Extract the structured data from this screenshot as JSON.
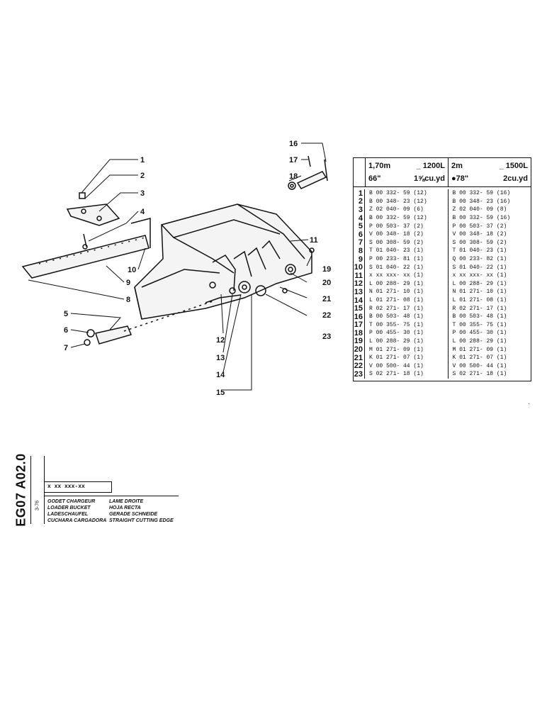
{
  "callouts": [
    "1",
    "2",
    "3",
    "4",
    "5",
    "6",
    "7",
    "8",
    "9",
    "10",
    "11",
    "12",
    "13",
    "14",
    "15",
    "16",
    "17",
    "18",
    "19",
    "20",
    "21",
    "22",
    "23"
  ],
  "table": {
    "header_left_line1_a": "1,70m",
    "header_left_line1_b": "_ 1200L",
    "header_left_line2_a": "66\"",
    "header_left_line2_b": "1⅝cu.yd",
    "header_right_line1_a": "2m",
    "header_right_line1_b": "_ 1500L",
    "header_right_line2_a": "●78\"",
    "header_right_line2_b": "2cu.yd",
    "rows": [
      {
        "n": "1",
        "left": "B 00 332- 59 (12)",
        "right": "B 00 332- 59 (16)"
      },
      {
        "n": "2",
        "left": "B 00 348- 23 (12)",
        "right": "B 00 348- 23 (16)"
      },
      {
        "n": "3",
        "left": "Z 02 040- 09 (6)",
        "right": "Z 02 040- 09 (8)"
      },
      {
        "n": "4",
        "left": "B 00 332- 59 (12)",
        "right": "B 00 332- 59 (16)"
      },
      {
        "n": "5",
        "left": "P 00 503- 37 (2)",
        "right": "P 00 503- 37 (2)"
      },
      {
        "n": "6",
        "left": "V 00 348- 18 (2)",
        "right": "V 00 348- 18 (2)"
      },
      {
        "n": "7",
        "left": "S 00 308- 59 (2)",
        "right": "S 00 308- 59 (2)"
      },
      {
        "n": "8",
        "left": "T 01 040- 23 (1)",
        "right": "T 01 040- 23 (1)"
      },
      {
        "n": "9",
        "left": "P 00 233- 81 (1)",
        "right": "Q 00 233- 82 (1)"
      },
      {
        "n": "10",
        "left": "S 01 040- 22 (1)",
        "right": "S 01 040- 22 (1)"
      },
      {
        "n": "11",
        "left": "x xx xxx- xx (1)",
        "right": "x xx xxx- xx (1)"
      },
      {
        "n": "12",
        "left": "L 00 288- 29 (1)",
        "right": "L 00 288- 29 (1)"
      },
      {
        "n": "13",
        "left": "N 01 271- 10 (1)",
        "right": "N 01 271- 10 (1)"
      },
      {
        "n": "14",
        "left": "L 01 271- 08 (1)",
        "right": "L 01 271- 08 (1)"
      },
      {
        "n": "15",
        "left": "R 02 271- 17 (1)",
        "right": "R 02 271- 17 (1)"
      },
      {
        "n": "16",
        "left": "B 00 503- 48 (1)",
        "right": "B 00 503- 48 (1)"
      },
      {
        "n": "17",
        "left": "T 00 355- 75 (1)",
        "right": "T 00 355- 75 (1)"
      },
      {
        "n": "18",
        "left": "P 00 455- 30 (1)",
        "right": "P 00 455- 30 (1)"
      },
      {
        "n": "19",
        "left": "L 00 288- 29 (1)",
        "right": "L 00 288- 29 (1)"
      },
      {
        "n": "20",
        "left": "M 01 271- 09 (1)",
        "right": "M 01 271- 09 (1)"
      },
      {
        "n": "21",
        "left": "K 01 271- 07 (1)",
        "right": "K 01 271- 07 (1)"
      },
      {
        "n": "22",
        "left": "V 00 500- 44 (1)",
        "right": "V 00 500- 44 (1)"
      },
      {
        "n": "23",
        "left": "S 02 271- 18 (1)",
        "right": "S 02 271- 18 (1)"
      }
    ]
  },
  "title_block": {
    "code": "EG07 A02.0",
    "date": "3-76",
    "ref": "x  xx  xxx-xx",
    "desc_left": [
      "GODET CHARGEUR",
      "LOADER BUCKET",
      "LADESCHAUFEL",
      "CUCHARA CARGADORA"
    ],
    "desc_right": [
      "LAME DROITE",
      "HOJA RECTA",
      "GERADE SCHNEIDE",
      "STRAIGHT CUTTING EDGE"
    ]
  },
  "corner_mark": "·"
}
